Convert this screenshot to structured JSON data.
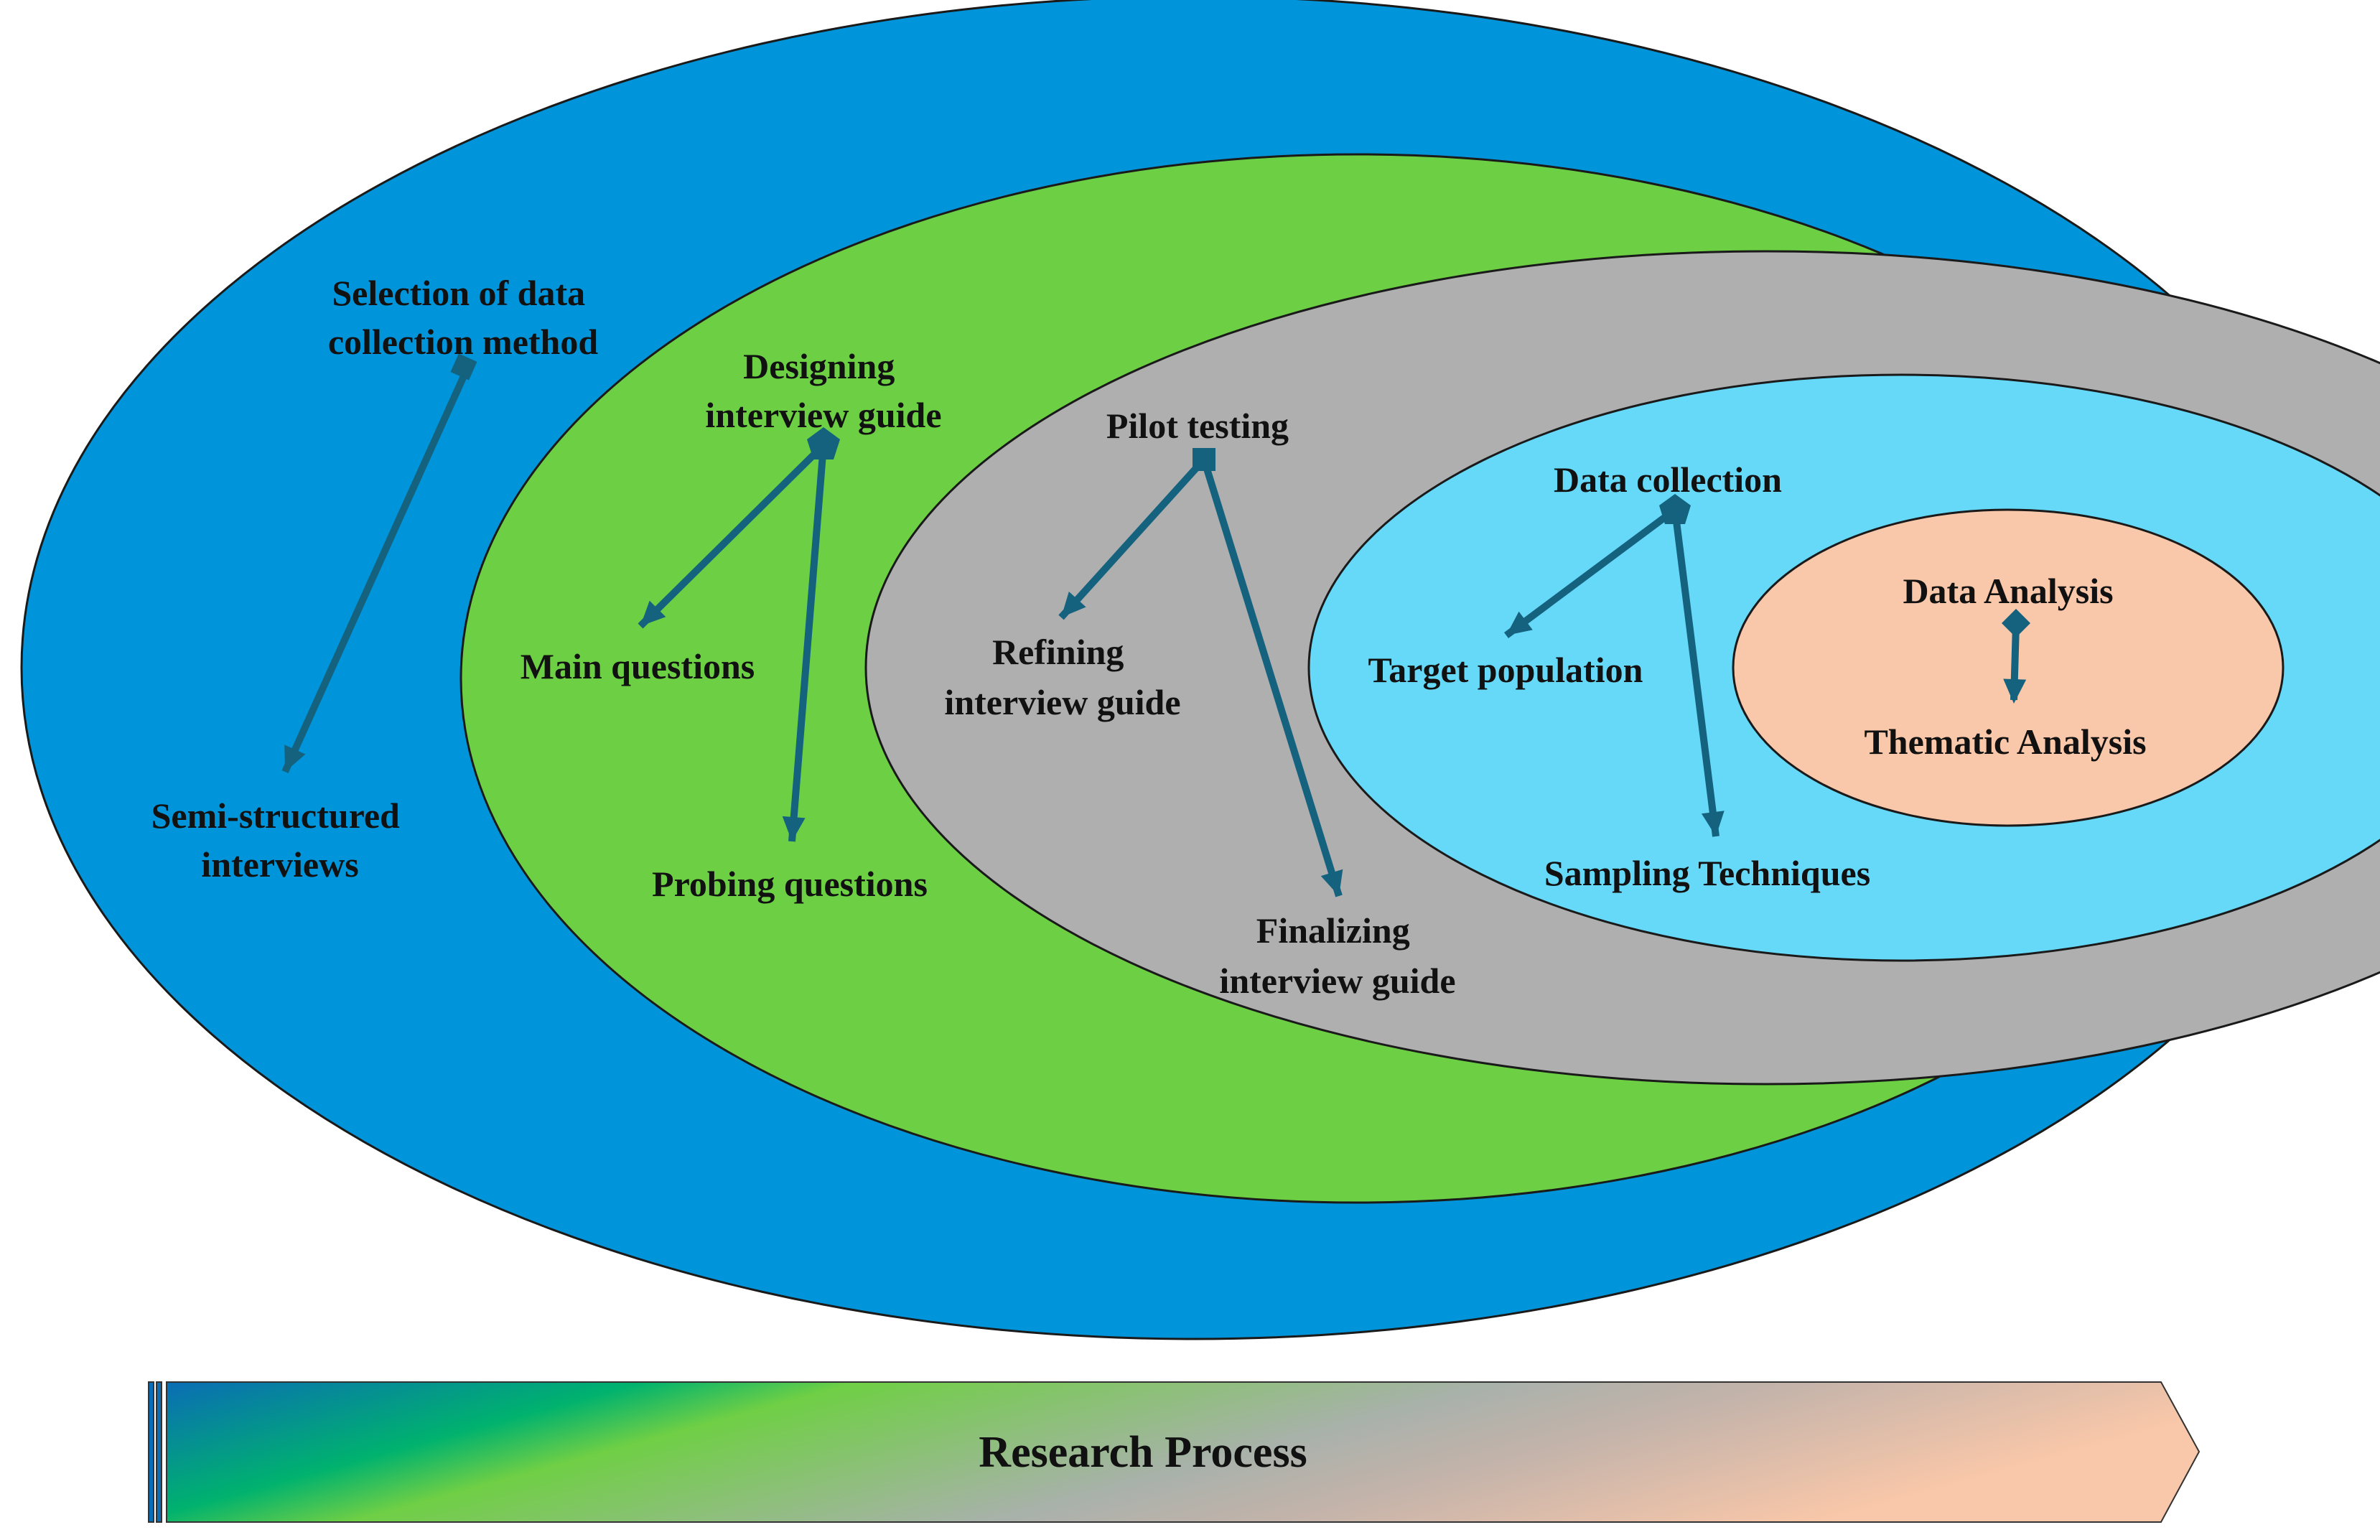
{
  "colors": {
    "outer_blue": "#0095db",
    "green": "#6dd044",
    "gray": "#afafaf",
    "light_blue": "#67d9f8",
    "peach": "#f9c7a9",
    "arrow": "#15627f",
    "text": "#111111",
    "banner_gradient": [
      "#0a6db5",
      "#00b26e",
      "#6fcf45",
      "#a9b1ab",
      "#c3b3aa",
      "#f9c7a9"
    ]
  },
  "layers": [
    {
      "name": "Data collection method",
      "heading": [
        "Selection of data",
        "collection method"
      ],
      "items": [
        [
          "Semi-structured",
          "interviews"
        ]
      ]
    },
    {
      "name": "Interview guide design",
      "heading": [
        "Designing",
        "interview guide"
      ],
      "items": [
        [
          "Main questions"
        ],
        [
          "Probing questions"
        ]
      ]
    },
    {
      "name": "Pilot testing",
      "heading": [
        "Pilot testing"
      ],
      "items": [
        [
          "Refining",
          "interview guide"
        ],
        [
          "Finalizing",
          "interview guide"
        ]
      ]
    },
    {
      "name": "Data collection",
      "heading": [
        "Data collection"
      ],
      "items": [
        [
          "Target population"
        ],
        [
          "Sampling Techniques"
        ]
      ]
    },
    {
      "name": "Data analysis",
      "heading": [
        "Data Analysis"
      ],
      "items": [
        [
          "Thematic Analysis"
        ]
      ]
    }
  ],
  "banner": {
    "label": "Research Process"
  }
}
